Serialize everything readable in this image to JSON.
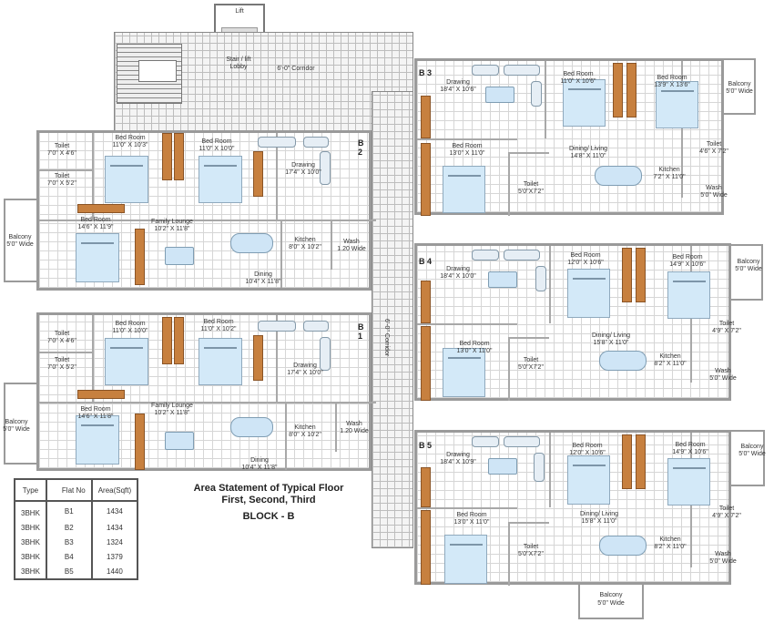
{
  "core": {
    "lift": "Lift",
    "lobby": "Stair / lift Lobby",
    "corridor_top": "6'-0\" Corridor",
    "corridor_vertical": "6'-0\" Corridor"
  },
  "units": {
    "b2": {
      "tag": "B 2",
      "toilet1": [
        "Toilet",
        "7'0\" X 4'6\""
      ],
      "toilet2": [
        "Toilet",
        "7'0\" X 5'2\""
      ],
      "bed1": [
        "Bed Room",
        "11'0\" X 10'3\""
      ],
      "bed2": [
        "Bed Room",
        "11'0\" X 10'0\""
      ],
      "drawing": [
        "Drawing",
        "17'4\" X 10'0\""
      ],
      "bed3": [
        "Bed Room",
        "14'6\" X 11'9\""
      ],
      "lounge": [
        "Family Lounge",
        "10'2\" X 11'8\""
      ],
      "kitchen": [
        "Kitchen",
        "8'0\" X 10'2\""
      ],
      "wash": [
        "Wash",
        "1.20 Wide"
      ],
      "dining": [
        "Dining",
        "10'4\" X 11'8\""
      ],
      "balcony": [
        "Balcony",
        "5'0\" Wide"
      ]
    },
    "b1": {
      "tag": "B 1",
      "toilet1": [
        "Toilet",
        "7'0\" X 4'6\""
      ],
      "toilet2": [
        "Toilet",
        "7'0\" X 5'2\""
      ],
      "bed1": [
        "Bed Room",
        "11'0\" X 10'0\""
      ],
      "bed2": [
        "Bed Room",
        "11'0\" X 10'2\""
      ],
      "drawing": [
        "Drawing",
        "17'4\" X 10'0\""
      ],
      "bed3": [
        "Bed Room",
        "14'6\" X 11'8\""
      ],
      "lounge": [
        "Family Lounge",
        "10'2\" X 11'8\""
      ],
      "kitchen": [
        "Kitchen",
        "8'0\" X 10'2\""
      ],
      "wash": [
        "Wash",
        "1.20 Wide"
      ],
      "dining": [
        "Dining",
        "10'4\" X 11'8\""
      ],
      "balcony": [
        "Balcony",
        "5'0\" Wide"
      ]
    },
    "b3": {
      "tag": "B 3",
      "drawing": [
        "Drawing",
        "18'4\" X 10'6\""
      ],
      "bed1": [
        "Bed Room",
        "11'0\" X 10'6\""
      ],
      "bed2": [
        "Bed Room",
        "13'9\" X 13'6\""
      ],
      "balcony": [
        "Balcony",
        "5'0\" Wide"
      ],
      "bed3": [
        "Bed Room",
        "13'0\" X 11'0\""
      ],
      "living": [
        "Dining/ Living",
        "14'8\" X 11'0\""
      ],
      "toilet_r": [
        "Toilet",
        "4'6\" X 7'2\""
      ],
      "kitchen": [
        "Kitchen",
        "7'2\" X 11'0\""
      ],
      "toilet_s": [
        "Toilet",
        "5'0\"X7'2\""
      ],
      "wash": [
        "Wash",
        "5'0\" Wide"
      ]
    },
    "b4": {
      "tag": "B 4",
      "drawing": [
        "Drawing",
        "18'4\" X 10'0\""
      ],
      "bed1": [
        "Bed Room",
        "12'0\" X 10'6\""
      ],
      "bed2": [
        "Bed Room",
        "14'9\" X 10'6\""
      ],
      "balcony": [
        "Balcony",
        "5'0\" Wide"
      ],
      "bed3": [
        "Bed Room",
        "13'0\" X 11'0\""
      ],
      "living": [
        "Dining/ Living",
        "15'8\" X 11'0\""
      ],
      "toilet_r": [
        "Toilet",
        "4'9\" X 7'2\""
      ],
      "kitchen": [
        "Kitchen",
        "8'2\" X 11'0\""
      ],
      "toilet_s": [
        "Toilet",
        "5'0\"X7'2\""
      ],
      "wash": [
        "Wash",
        "5'0\" Wide"
      ]
    },
    "b5": {
      "tag": "B 5",
      "drawing": [
        "Drawing",
        "18'4\" X 10'9\""
      ],
      "bed1": [
        "Bed Room",
        "12'0\" X 10'6\""
      ],
      "bed2": [
        "Bed Room",
        "14'9\" X 10'6\""
      ],
      "balcony": [
        "Balcony",
        "5'0\" Wide"
      ],
      "bed3": [
        "Bed Room",
        "13'0\" X 11'0\""
      ],
      "living": [
        "Dining/ Living",
        "15'8\" X 11'0\""
      ],
      "toilet_r": [
        "Toilet",
        "4'9\" X 7'2\""
      ],
      "kitchen": [
        "Kitchen",
        "8'2\" X 11'0\""
      ],
      "toilet_s": [
        "Toilet",
        "5'0\"X7'2\""
      ],
      "wash": [
        "Wash",
        "5'0\" Wide"
      ],
      "balcony_bottom": [
        "Balcony",
        "5'0\" Wide"
      ]
    }
  },
  "area_statement": {
    "title_lines": [
      "Area Statement of Typical Floor",
      "First, Second, Third"
    ],
    "block": "BLOCK - B",
    "headers": [
      "Type",
      "Flat No",
      "Area(Sqft)"
    ],
    "rows": [
      [
        "3BHK",
        "B1",
        "1434"
      ],
      [
        "3BHK",
        "B2",
        "1434"
      ],
      [
        "3BHK",
        "B3",
        "1324"
      ],
      [
        "3BHK",
        "B4",
        "1379"
      ],
      [
        "3BHK",
        "B5",
        "1440"
      ]
    ]
  },
  "colors": {
    "wardrobe": "#c7803f",
    "furniture": "#d3e9f8",
    "walls": "#9a9a9a"
  }
}
